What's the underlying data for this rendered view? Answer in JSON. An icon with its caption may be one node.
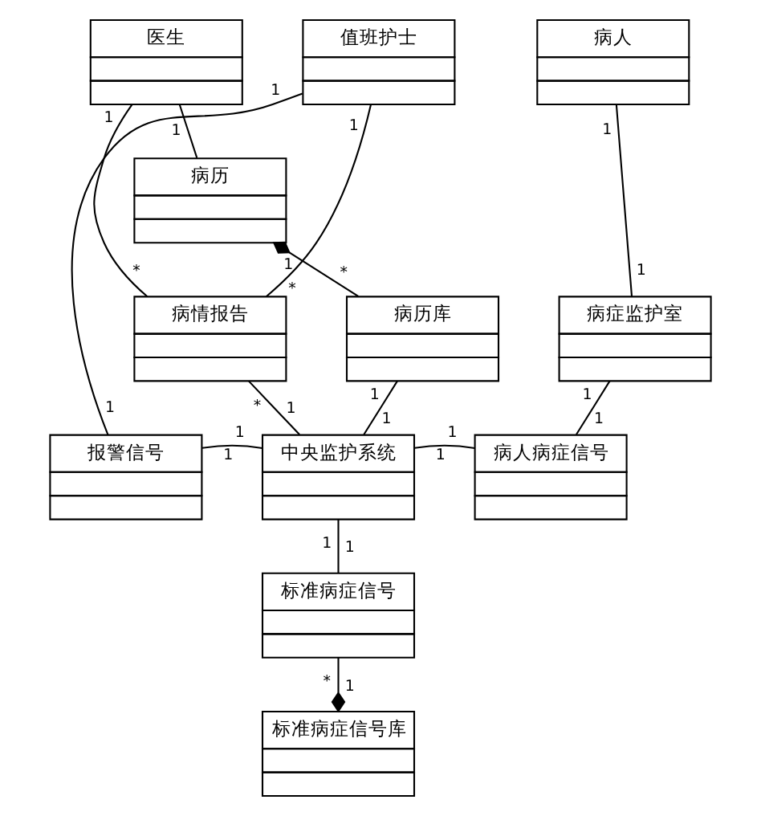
{
  "diagram": {
    "nodes": [
      {
        "text": [
          "医生"
        ]
      },
      {
        "text": [
          "值班护士"
        ]
      },
      {
        "text": [
          "病人"
        ]
      },
      {
        "text": [
          "病历"
        ]
      },
      {
        "text": [
          "病情报告"
        ]
      },
      {
        "text": [
          "病历库"
        ]
      },
      {
        "text": [
          "病症监护室"
        ]
      },
      {
        "text": [
          "报警信号"
        ]
      },
      {
        "text": [
          "中央监护系统"
        ]
      },
      {
        "text": [
          "病人病症信号"
        ]
      },
      {
        "text": [
          "标准病症信号"
        ]
      },
      {
        "text": [
          "标准病症信号库"
        ]
      }
    ],
    "edges": [
      {
        "from": 0,
        "to": 4,
        "arrow": "none"
      },
      {
        "from": 0,
        "to": 3,
        "arrow": "none"
      },
      {
        "from": 1,
        "to": 4,
        "arrow": "none"
      },
      {
        "from": 1,
        "to": 7,
        "arrow": "none"
      },
      {
        "from": 3,
        "to": 5,
        "arrow": "other"
      },
      {
        "from": 2,
        "to": 6,
        "arrow": "none"
      },
      {
        "from": 4,
        "to": 8,
        "arrow": "none"
      },
      {
        "from": 5,
        "to": 8,
        "arrow": "none"
      },
      {
        "from": 6,
        "to": 9,
        "arrow": "none"
      },
      {
        "from": 7,
        "to": 8,
        "arrow": "none"
      },
      {
        "from": 8,
        "to": 9,
        "arrow": "none"
      },
      {
        "from": 8,
        "to": 10,
        "arrow": "none"
      },
      {
        "from": 10,
        "to": 11,
        "arrow": "other"
      }
    ],
    "labels": [
      "1",
      "1",
      "1",
      "1",
      "1",
      "*",
      "*",
      "1",
      "1",
      "*",
      "*",
      "1",
      "1",
      "1",
      "1",
      "1",
      "1",
      "1",
      "1",
      "1",
      "1",
      "1",
      "1",
      "*",
      "1"
    ]
  }
}
